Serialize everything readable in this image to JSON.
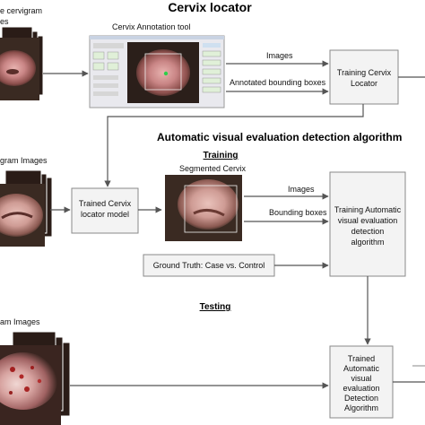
{
  "titles": {
    "cervix_locator": "Cervix locator",
    "avedt": "Automatic visual evaluation  detection algorithm",
    "training": "Training",
    "testing": "Testing"
  },
  "labels": {
    "cervigram_top_line1": "e cervigram",
    "cervigram_top_line2": "es",
    "annotation_tool": "Cervix Annotation tool",
    "images_top": "Images",
    "annotated_boxes": "Annotated bounding boxes",
    "cervigram_mid": "gram Images",
    "segmented_cervix": "Segmented Cervix",
    "images_mid": "Images",
    "bounding_boxes": "Bounding boxes",
    "ground_truth": "Ground Truth: Case vs. Control",
    "cervigram_bottom": "am Images"
  },
  "boxes": {
    "training_locator": [
      "Training Cervix",
      "Locator"
    ],
    "trained_locator": [
      "Trained Cervix",
      "locator model"
    ],
    "training_ave": [
      "Training Automatic",
      "visual evaluation",
      "detection",
      "algorithm"
    ],
    "trained_ave": [
      "Trained",
      "Automatic",
      "visual",
      "evaluation",
      "Detection",
      "Algorithm"
    ]
  },
  "colors": {
    "box_fill": "#f3f3f3",
    "box_stroke": "#8a8a8a",
    "arrow": "#555555",
    "tissue": "#b9737a",
    "dark_bg": "#3a2a22"
  }
}
